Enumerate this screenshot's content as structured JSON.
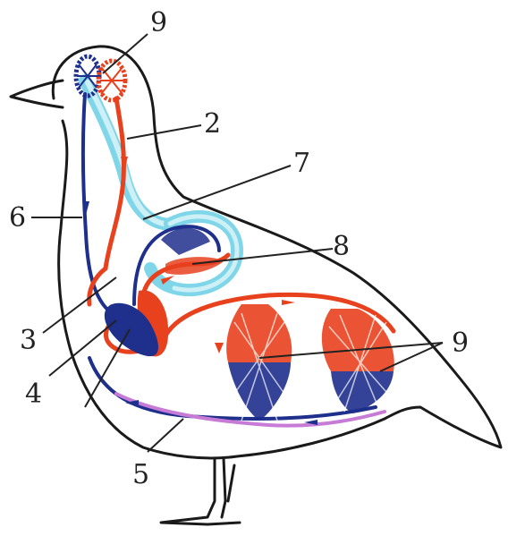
{
  "labels": {
    "l2": "2",
    "l3": "3",
    "l4": "4",
    "l5": "5",
    "l6": "6",
    "l7": "7",
    "l8": "8",
    "l9_head": "9",
    "l9_body": "9"
  },
  "colors": {
    "artery": "#e8411e",
    "vein": "#1e2f8c",
    "air_sac": "#7fd6e8",
    "outline": "#1a1a1a",
    "purple_vessel": "#c77ad6"
  }
}
